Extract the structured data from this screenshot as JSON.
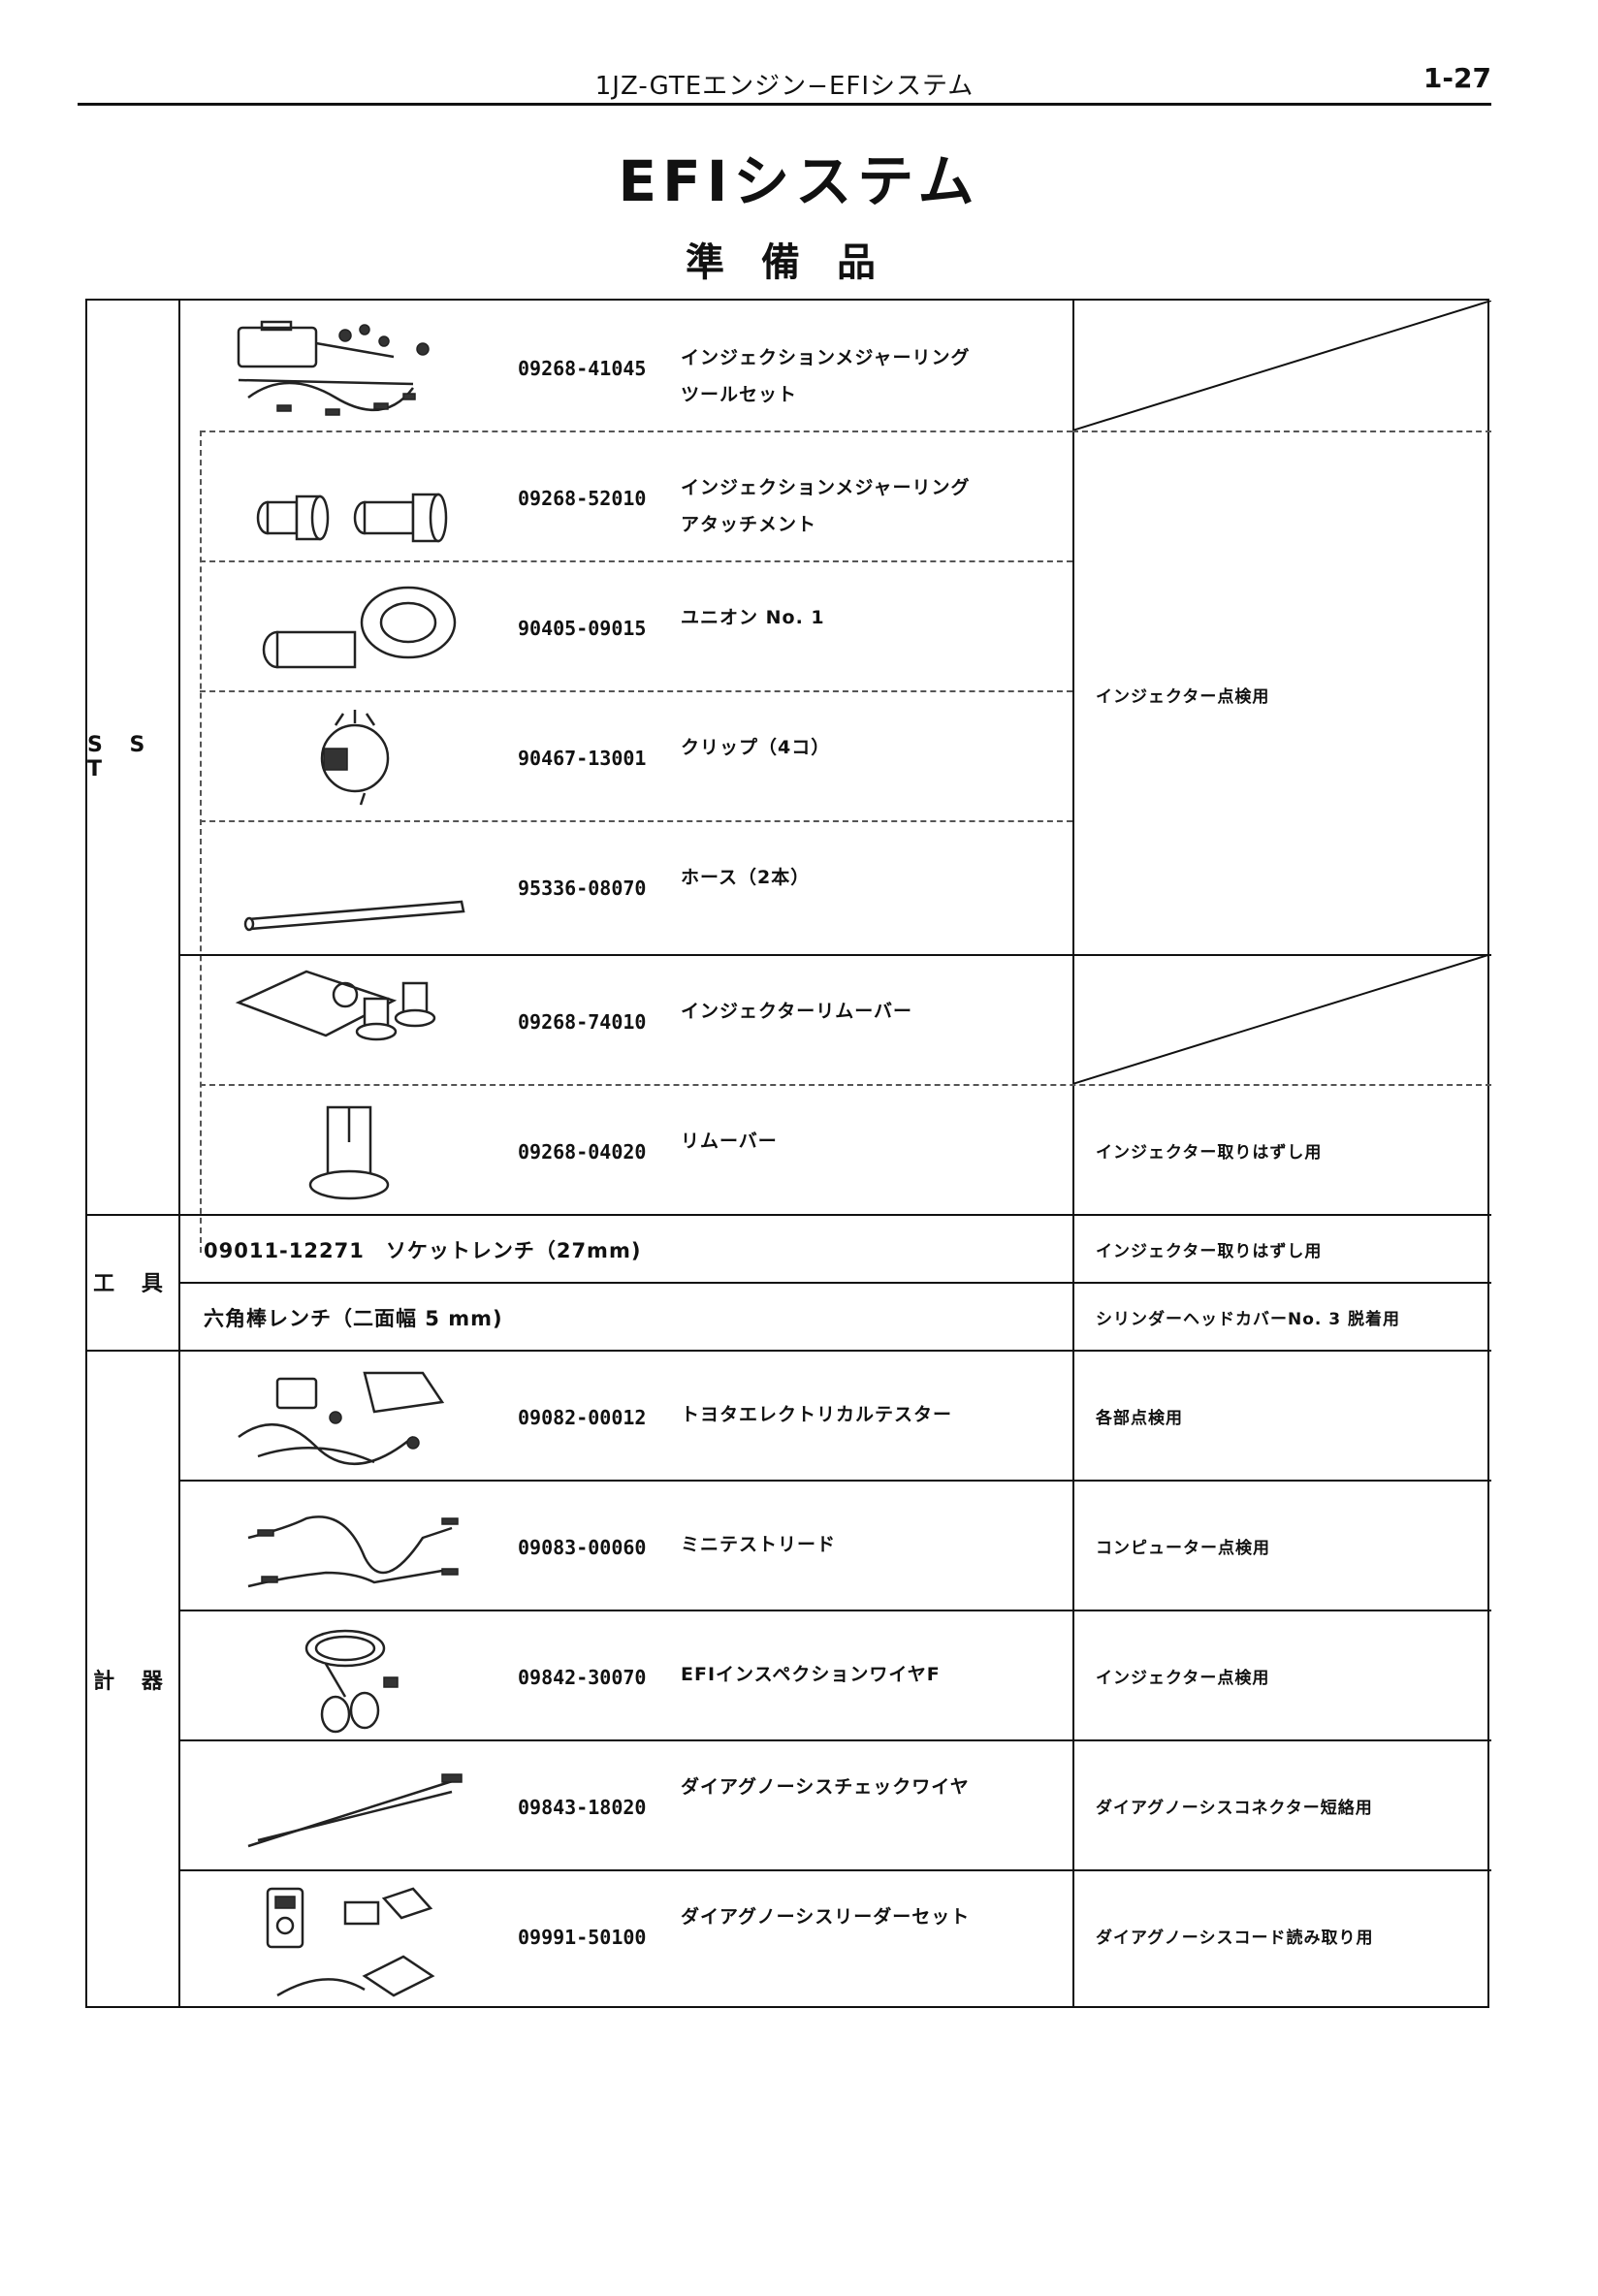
{
  "header": {
    "title": "1JZ-GTEエンジン−EFIシステム",
    "page": "1-27"
  },
  "title": "EFIシステム",
  "subtitle": "準備品",
  "categories": {
    "sst": "S S T",
    "tools": "工 具",
    "instruments": "計 器"
  },
  "sst_items": [
    {
      "part_no": "09268-41045",
      "name": "インジェクションメジャーリングツールセット",
      "icon": "tool-kit-icon"
    },
    {
      "part_no": "09268-52010",
      "name": "インジェクションメジャーリングアタッチメント",
      "icon": "attachment-icon"
    },
    {
      "part_no": "90405-09015",
      "name": "ユニオン No. 1",
      "icon": "union-icon"
    },
    {
      "part_no": "90467-13001",
      "name": "クリップ（4コ）",
      "icon": "clip-icon"
    },
    {
      "part_no": "95336-08070",
      "name": "ホース（2本）",
      "icon": "hose-icon"
    },
    {
      "part_no": "09268-74010",
      "name": "インジェクターリムーバー",
      "icon": "remover-set-icon"
    },
    {
      "part_no": "09268-04020",
      "name": "リムーバー",
      "icon": "remover-icon"
    }
  ],
  "sst_uses": {
    "group": "インジェクター点検用",
    "remover": "インジェクター取りはずし用"
  },
  "tool_items": [
    {
      "text": "09011-12271　ソケットレンチ（27mm)",
      "use": "インジェクター取りはずし用"
    },
    {
      "text": "六角棒レンチ（二面幅 5 mm)",
      "use": "シリンダーヘッドカバーNo. 3 脱着用"
    }
  ],
  "instrument_items": [
    {
      "part_no": "09082-00012",
      "name": "トヨタエレクトリカルテスター",
      "use": "各部点検用",
      "icon": "electrical-tester-icon"
    },
    {
      "part_no": "09083-00060",
      "name": "ミニテストリード",
      "use": "コンピューター点検用",
      "icon": "test-lead-icon"
    },
    {
      "part_no": "09842-30070",
      "name": "EFIインスペクションワイヤF",
      "use": "インジェクター点検用",
      "icon": "inspection-wire-icon"
    },
    {
      "part_no": "09843-18020",
      "name": "ダイアグノーシスチェックワイヤ",
      "use": "ダイアグノーシスコネクター短絡用",
      "icon": "check-wire-icon"
    },
    {
      "part_no": "09991-50100",
      "name": "ダイアグノーシスリーダーセット",
      "use": "ダイアグノーシスコード読み取り用",
      "icon": "reader-set-icon"
    }
  ]
}
